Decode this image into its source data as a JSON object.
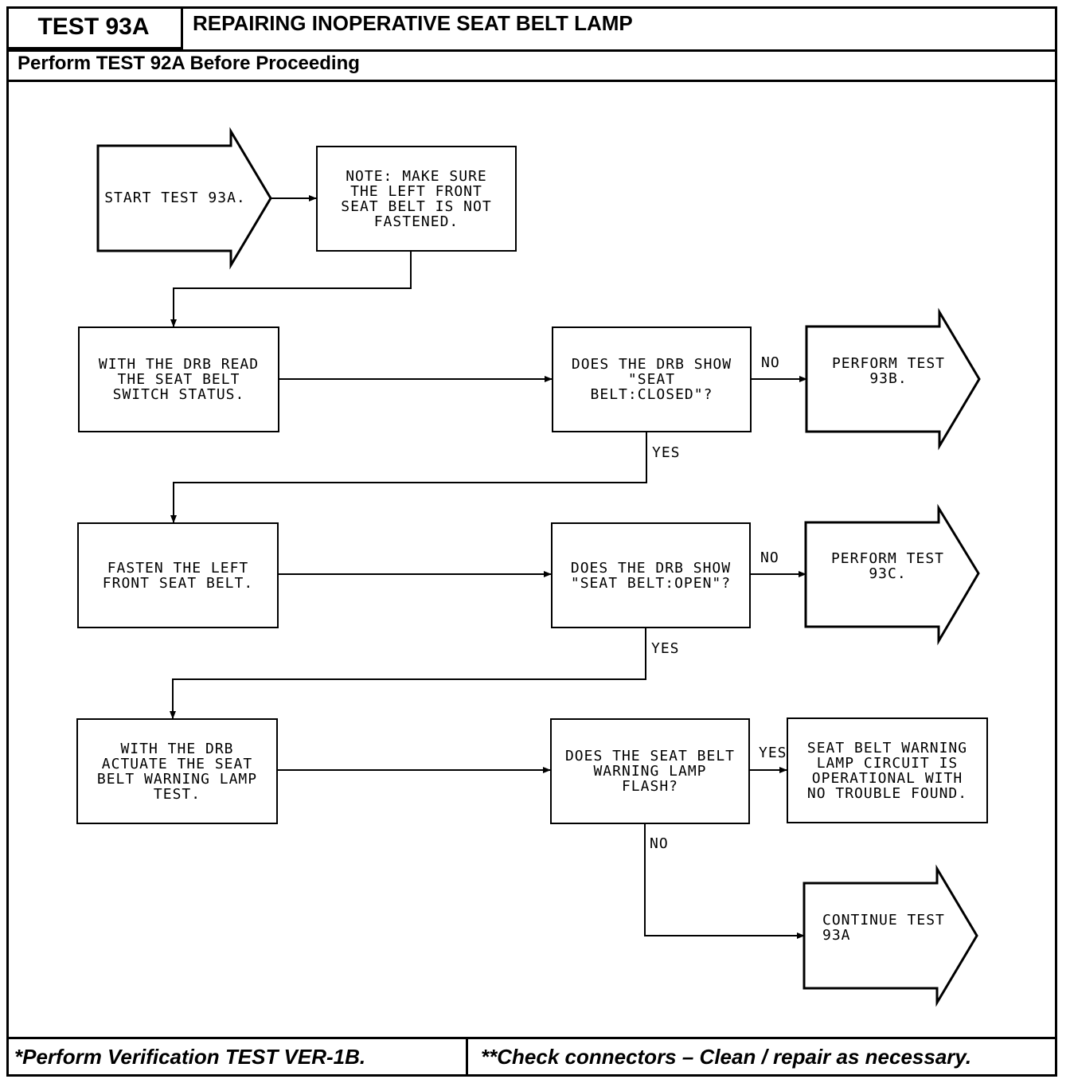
{
  "header": {
    "test_id": "TEST 93A",
    "title": "REPAIRING INOPERATIVE SEAT BELT LAMP",
    "subtitle": "Perform TEST 92A Before Proceeding"
  },
  "flow": {
    "start": "START TEST 93A.",
    "note": "NOTE: MAKE SURE\nTHE LEFT FRONT\nSEAT BELT IS NOT\nFASTENED.",
    "step1": "WITH THE DRB READ\nTHE SEAT BELT\nSWITCH STATUS.",
    "q1": "DOES THE DRB SHOW\n\"SEAT\nBELT:CLOSED\"?",
    "q1_no": "NO",
    "q1_yes": "YES",
    "out1": "PERFORM TEST\n93B.",
    "step2": "FASTEN THE LEFT\nFRONT SEAT BELT.",
    "q2": "DOES THE DRB SHOW\n\"SEAT BELT:OPEN\"?",
    "q2_no": "NO",
    "q2_yes": "YES",
    "out2": "PERFORM TEST\n93C.",
    "step3": "WITH THE DRB\nACTUATE THE SEAT\nBELT WARNING LAMP\nTEST.",
    "q3": "DOES THE SEAT BELT\nWARNING LAMP\nFLASH?",
    "q3_yes": "YES",
    "q3_no": "NO",
    "result_ok": "SEAT BELT WARNING\nLAMP CIRCUIT IS\nOPERATIONAL WITH\nNO TROUBLE FOUND.",
    "continue": "CONTINUE TEST\n93A"
  },
  "footer": {
    "left": "*Perform Verification TEST VER-1B.",
    "right": "**Check connectors – Clean / repair as necessary."
  }
}
